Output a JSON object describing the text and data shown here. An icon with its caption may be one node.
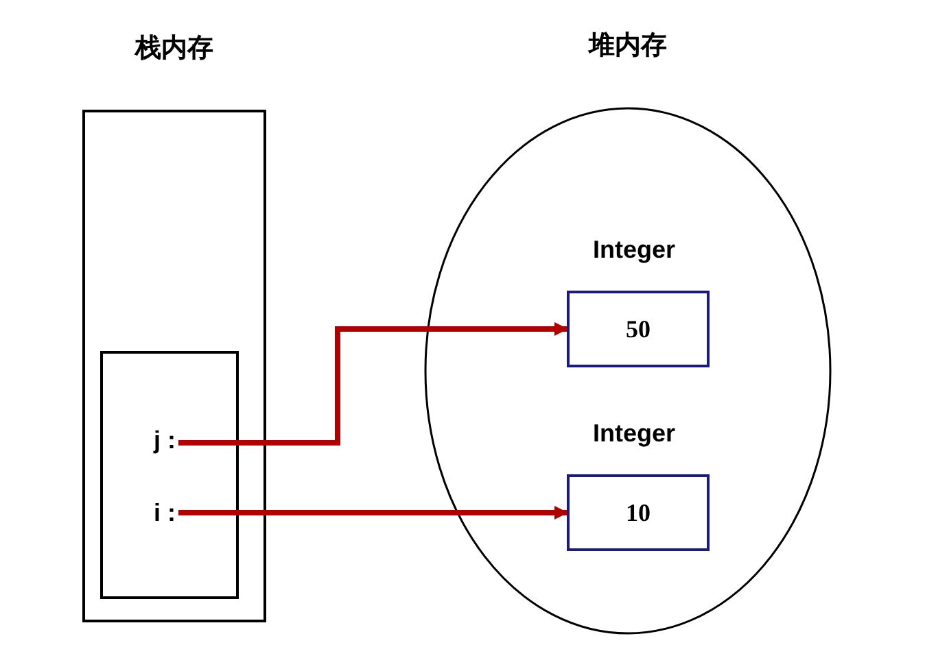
{
  "diagram": {
    "nodes": [
      {
        "text": [
          "栈内存"
        ]
      },
      {
        "text": [],
        "shape": "box",
        "in": 0
      },
      {
        "text": [
          "j :"
        ],
        "in": 1
      },
      {
        "text": [
          "i :"
        ],
        "in": 1
      },
      {
        "text": [
          "堆内存"
        ]
      },
      {
        "text": [
          "Integer",
          "50"
        ],
        "in": 4
      },
      {
        "text": [
          "Integer",
          "10"
        ],
        "in": 4
      }
    ],
    "edges": [
      {
        "from": 2,
        "to": 5,
        "arrow": "to"
      },
      {
        "from": 3,
        "to": 6,
        "arrow": "to"
      }
    ]
  }
}
